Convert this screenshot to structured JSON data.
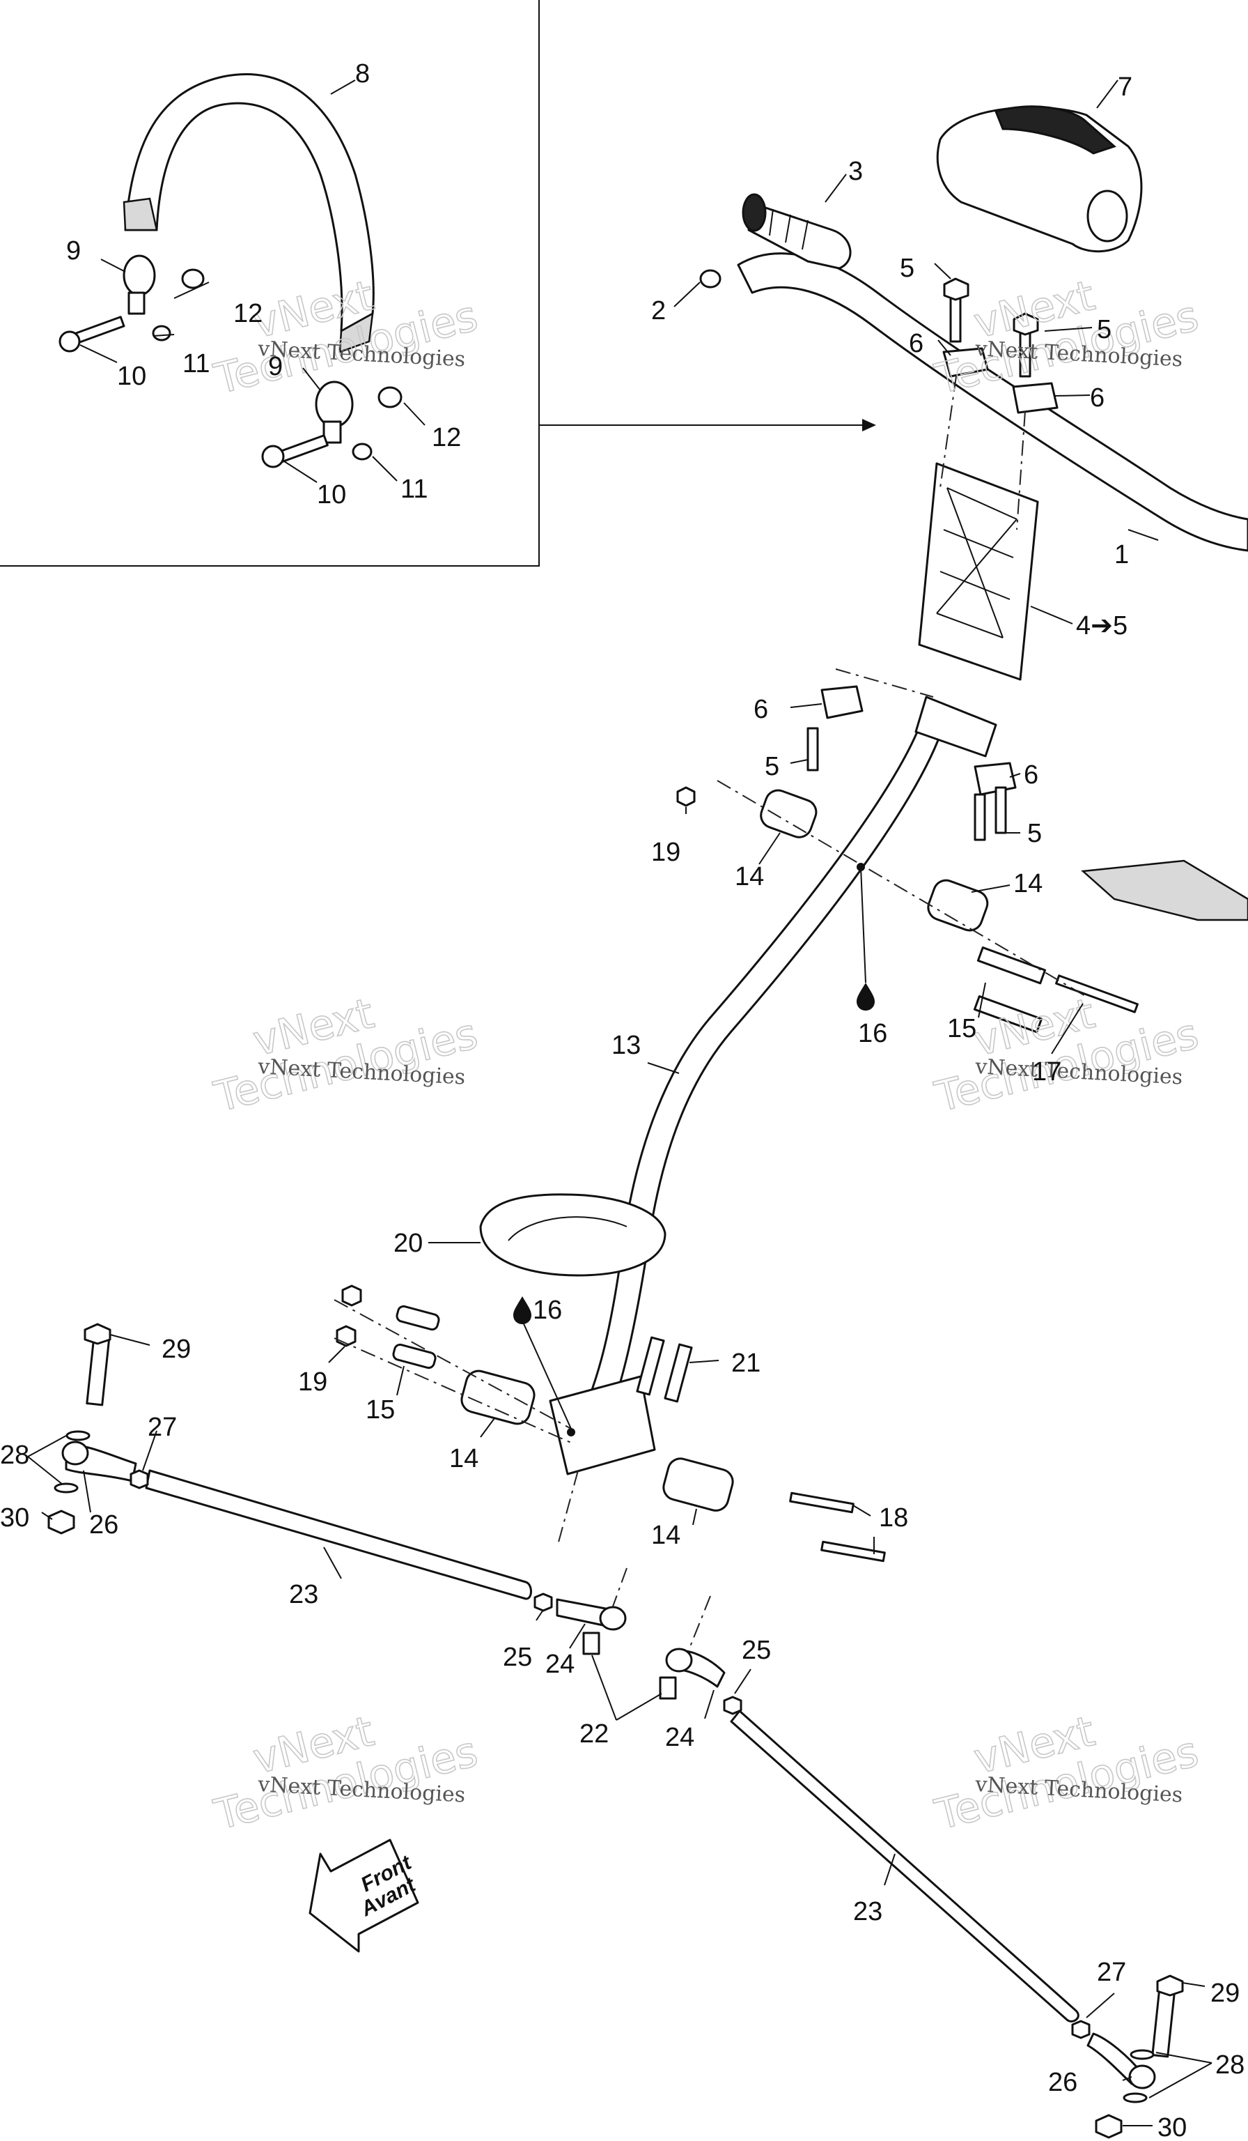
{
  "callouts": {
    "c1": "1",
    "c2": "2",
    "c3": "3",
    "c4": "4➔5",
    "c5a": "5",
    "c5b": "5",
    "c5c": "5",
    "c5d": "5",
    "c6a": "6",
    "c6b": "6",
    "c6c": "6",
    "c6d": "6",
    "c7": "7",
    "c8": "8",
    "c9a": "9",
    "c9b": "9",
    "c10a": "10",
    "c10b": "10",
    "c11a": "11",
    "c11b": "11",
    "c12a": "12",
    "c12b": "12",
    "c13": "13",
    "c14a": "14",
    "c14b": "14",
    "c14c": "14",
    "c14d": "14",
    "c15a": "15",
    "c15b": "15",
    "c16a": "16",
    "c16b": "16",
    "c17": "17",
    "c18": "18",
    "c19a": "19",
    "c19b": "19",
    "c20": "20",
    "c21": "21",
    "c22": "22",
    "c23a": "23",
    "c23b": "23",
    "c24a": "24",
    "c24b": "24",
    "c25a": "25",
    "c25b": "25",
    "c26a": "26",
    "c26b": "26",
    "c27a": "27",
    "c27b": "27",
    "c28a": "28",
    "c28b": "28",
    "c29a": "29",
    "c29b": "29",
    "c30a": "30",
    "c30b": "30"
  },
  "front_arrow": {
    "line1": "Front",
    "line2": "Avant"
  },
  "watermark": {
    "brand": "vNext",
    "word": "Technologies",
    "full": "vNext Technologies"
  },
  "colors": {
    "ink": "#111111",
    "watermark": "#c8c8c8"
  }
}
